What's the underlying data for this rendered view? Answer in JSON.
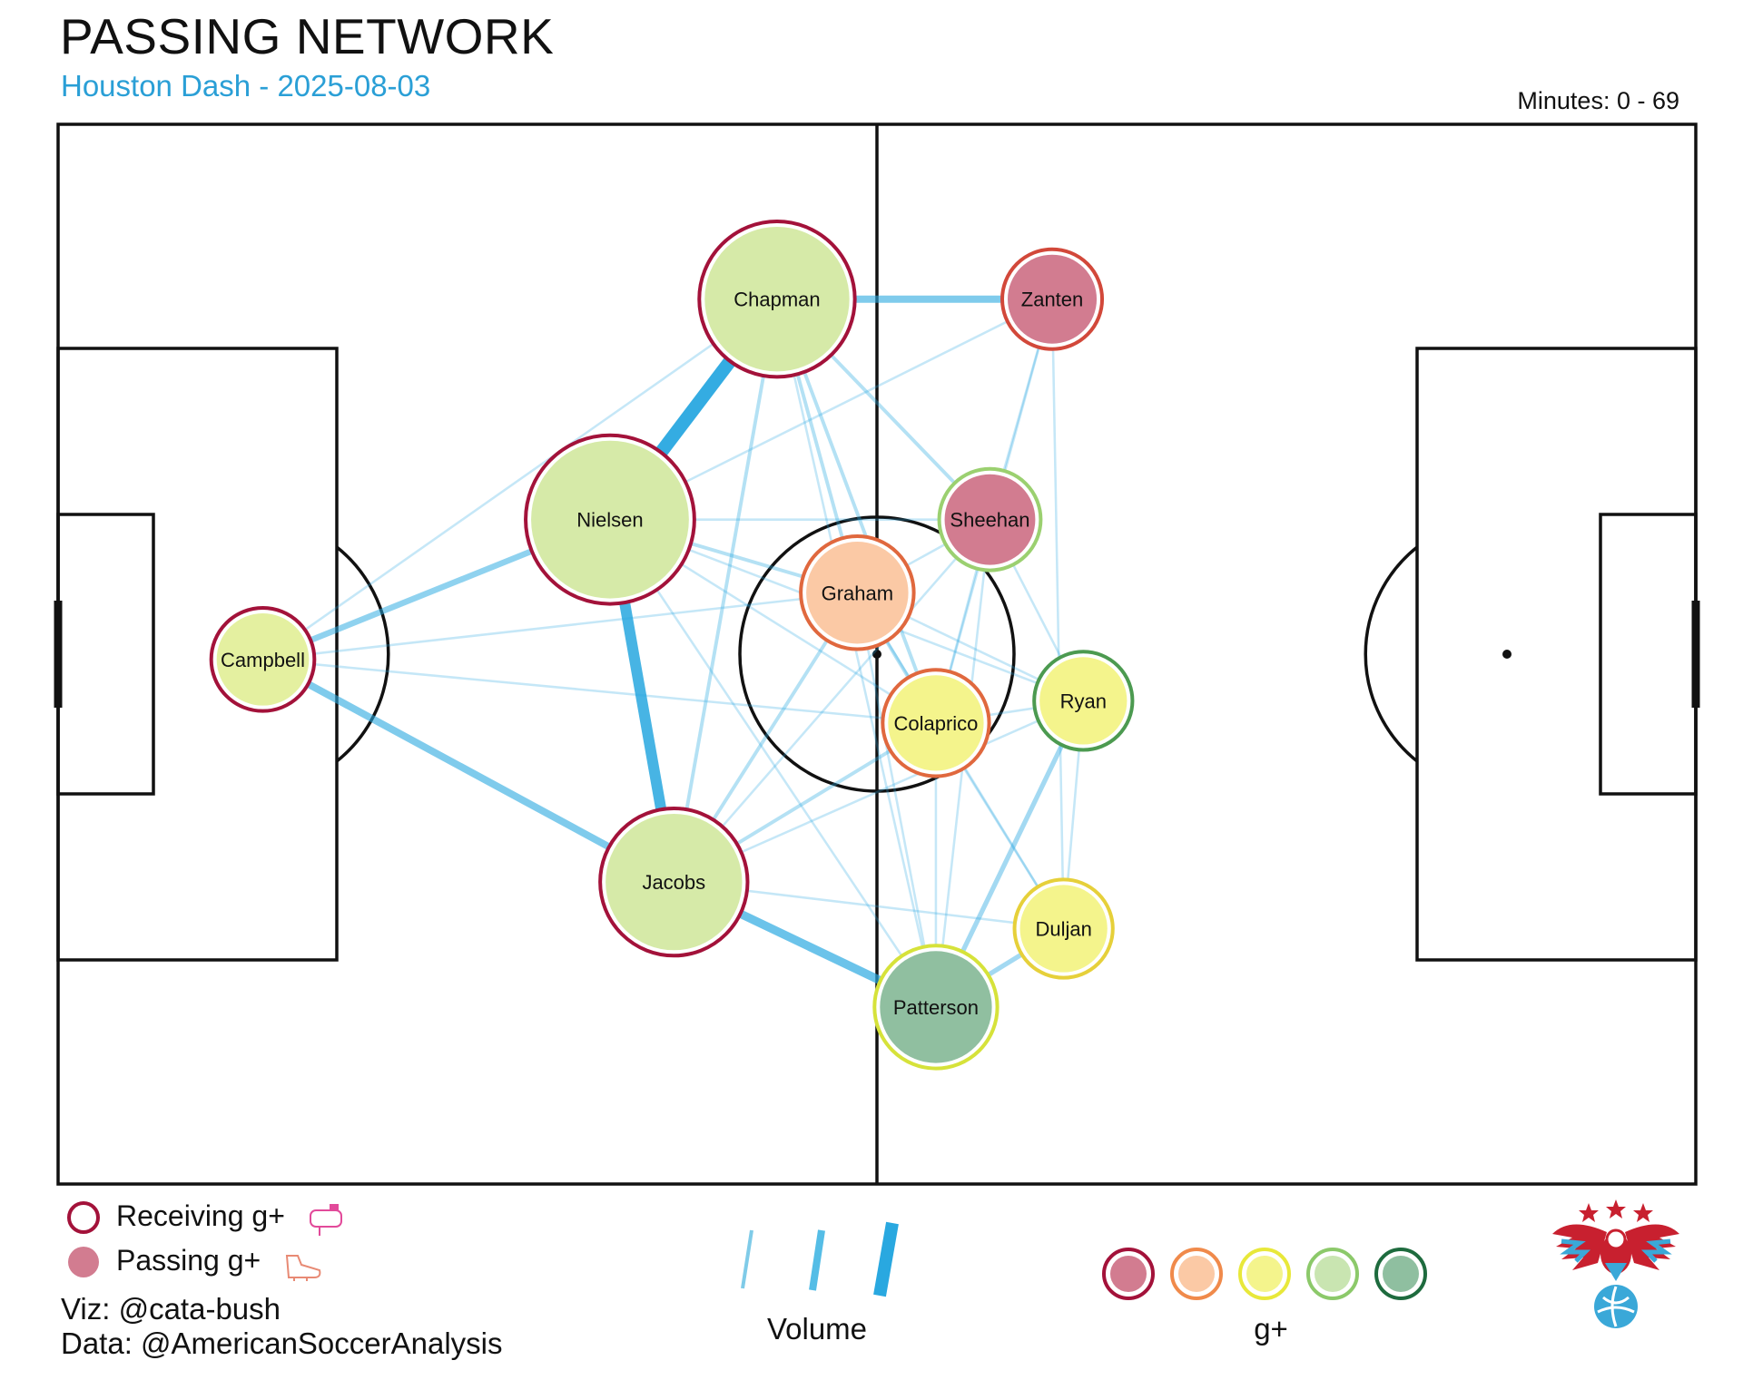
{
  "header": {
    "title": "PASSING NETWORK",
    "subtitle": "Houston Dash - 2025-08-03",
    "minutes": "Minutes: 0 - 69"
  },
  "legend": {
    "receiving_label": "Receiving g+",
    "passing_label": "Passing g+",
    "receiving_icon": "mailbox-icon",
    "passing_icon": "boot-icon",
    "volume_label": "Volume",
    "gplus_label": "g+",
    "gplus_scale": [
      "#a3123a",
      "#f08a4b",
      "#e8e83a",
      "#8cc96a",
      "#1e6b3e"
    ],
    "gplus_fill_scale": [
      "#d27c90",
      "#fbc9a5",
      "#f4f48c",
      "#c9e5b1",
      "#8fbfa0"
    ]
  },
  "credits": {
    "viz": "Viz: @cata-bush",
    "data": "Data: @AmericanSoccerAnalysis"
  },
  "logo_icon": "eagle-logo-icon",
  "colors": {
    "accent": "#2a9fd6",
    "pass_line": "#29a8e0"
  },
  "chart_data": {
    "type": "network",
    "axes": {
      "x": [
        0,
        100
      ],
      "y": [
        0,
        100
      ]
    },
    "nodes": [
      {
        "name": "Chapman",
        "x": 43.9,
        "y": 16.5,
        "size": 9.5,
        "fill": "#d6eaa8",
        "ring": "#a3123a"
      },
      {
        "name": "Zanten",
        "x": 60.7,
        "y": 16.5,
        "size": 6.1,
        "fill": "#d27c90",
        "ring": "#d2483a"
      },
      {
        "name": "Nielsen",
        "x": 33.7,
        "y": 37.3,
        "size": 10.3,
        "fill": "#d6eaa8",
        "ring": "#a3123a"
      },
      {
        "name": "Sheehan",
        "x": 56.9,
        "y": 37.3,
        "size": 6.2,
        "fill": "#d27c90",
        "ring": "#9bd070"
      },
      {
        "name": "Graham",
        "x": 48.8,
        "y": 44.2,
        "size": 6.9,
        "fill": "#fbc9a5",
        "ring": "#e0683e"
      },
      {
        "name": "Campbell",
        "x": 12.5,
        "y": 50.5,
        "size": 6.3,
        "fill": "#e4f0a0",
        "ring": "#a3123a"
      },
      {
        "name": "Ryan",
        "x": 62.6,
        "y": 54.4,
        "size": 6.0,
        "fill": "#f4f48c",
        "ring": "#4c9a50"
      },
      {
        "name": "Colaprico",
        "x": 53.6,
        "y": 56.5,
        "size": 6.5,
        "fill": "#f4f48c",
        "ring": "#e0683e"
      },
      {
        "name": "Jacobs",
        "x": 37.6,
        "y": 71.5,
        "size": 9.0,
        "fill": "#d6eaa8",
        "ring": "#a3123a"
      },
      {
        "name": "Duljan",
        "x": 61.4,
        "y": 75.9,
        "size": 6.0,
        "fill": "#f4f48c",
        "ring": "#e6d03a"
      },
      {
        "name": "Patterson",
        "x": 53.6,
        "y": 83.3,
        "size": 7.5,
        "fill": "#90bfa0",
        "ring": "#d6e23a"
      }
    ],
    "edges": [
      {
        "from": "Chapman",
        "to": "Nielsen",
        "volume": 10
      },
      {
        "from": "Nielsen",
        "to": "Jacobs",
        "volume": 8
      },
      {
        "from": "Jacobs",
        "to": "Patterson",
        "volume": 6
      },
      {
        "from": "Campbell",
        "to": "Jacobs",
        "volume": 5
      },
      {
        "from": "Chapman",
        "to": "Zanten",
        "volume": 5
      },
      {
        "from": "Campbell",
        "to": "Nielsen",
        "volume": 4
      },
      {
        "from": "Patterson",
        "to": "Ryan",
        "volume": 3
      },
      {
        "from": "Patterson",
        "to": "Duljan",
        "volume": 3
      },
      {
        "from": "Chapman",
        "to": "Jacobs",
        "volume": 2
      },
      {
        "from": "Chapman",
        "to": "Sheehan",
        "volume": 2
      },
      {
        "from": "Chapman",
        "to": "Colaprico",
        "volume": 2
      },
      {
        "from": "Chapman",
        "to": "Graham",
        "volume": 2
      },
      {
        "from": "Chapman",
        "to": "Patterson",
        "volume": 1
      },
      {
        "from": "Zanten",
        "to": "Nielsen",
        "volume": 1
      },
      {
        "from": "Zanten",
        "to": "Sheehan",
        "volume": 1
      },
      {
        "from": "Zanten",
        "to": "Colaprico",
        "volume": 1
      },
      {
        "from": "Zanten",
        "to": "Duljan",
        "volume": 1
      },
      {
        "from": "Nielsen",
        "to": "Sheehan",
        "volume": 1
      },
      {
        "from": "Nielsen",
        "to": "Graham",
        "volume": 2
      },
      {
        "from": "Nielsen",
        "to": "Colaprico",
        "volume": 1
      },
      {
        "from": "Nielsen",
        "to": "Patterson",
        "volume": 1
      },
      {
        "from": "Nielsen",
        "to": "Ryan",
        "volume": 1
      },
      {
        "from": "Campbell",
        "to": "Chapman",
        "volume": 1
      },
      {
        "from": "Campbell",
        "to": "Graham",
        "volume": 1
      },
      {
        "from": "Campbell",
        "to": "Colaprico",
        "volume": 1
      },
      {
        "from": "Jacobs",
        "to": "Graham",
        "volume": 2
      },
      {
        "from": "Jacobs",
        "to": "Colaprico",
        "volume": 2
      },
      {
        "from": "Jacobs",
        "to": "Sheehan",
        "volume": 1
      },
      {
        "from": "Jacobs",
        "to": "Duljan",
        "volume": 1
      },
      {
        "from": "Jacobs",
        "to": "Ryan",
        "volume": 1
      },
      {
        "from": "Graham",
        "to": "Sheehan",
        "volume": 1
      },
      {
        "from": "Graham",
        "to": "Colaprico",
        "volume": 2
      },
      {
        "from": "Graham",
        "to": "Patterson",
        "volume": 1
      },
      {
        "from": "Graham",
        "to": "Ryan",
        "volume": 1
      },
      {
        "from": "Graham",
        "to": "Duljan",
        "volume": 1
      },
      {
        "from": "Sheehan",
        "to": "Colaprico",
        "volume": 1
      },
      {
        "from": "Sheehan",
        "to": "Patterson",
        "volume": 1
      },
      {
        "from": "Sheehan",
        "to": "Ryan",
        "volume": 1
      },
      {
        "from": "Colaprico",
        "to": "Patterson",
        "volume": 1
      },
      {
        "from": "Colaprico",
        "to": "Ryan",
        "volume": 1
      },
      {
        "from": "Colaprico",
        "to": "Duljan",
        "volume": 1
      },
      {
        "from": "Ryan",
        "to": "Duljan",
        "volume": 1
      }
    ]
  }
}
